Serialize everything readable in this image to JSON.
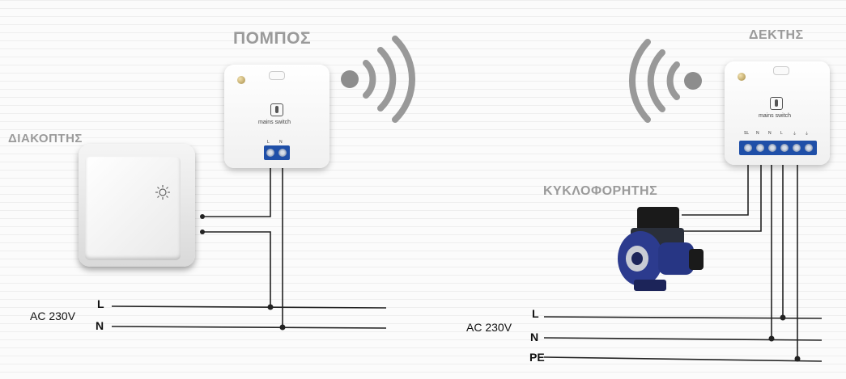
{
  "transmitter": {
    "title": "ΠΟΜΠΟΣ",
    "brand": "mains switch",
    "terminals": [
      "L",
      "N"
    ]
  },
  "receiver": {
    "title": "ΔΕΚΤΗΣ",
    "brand": "mains switch",
    "terminals": [
      "SL",
      "N",
      "N",
      "L",
      "⏚",
      "⏚"
    ]
  },
  "switch": {
    "title": "ΔΙΑΚΟΠΤΗΣ"
  },
  "pump": {
    "title": "ΚΥΚΛΟΦΟΡΗΤΗΣ"
  },
  "supply_left": {
    "voltage": "AC 230V",
    "lines": [
      "L",
      "N"
    ]
  },
  "supply_right": {
    "voltage": "AC 230V",
    "lines": [
      "L",
      "N",
      "PE"
    ]
  },
  "colors": {
    "terminal_block": "#1f4fa8",
    "wire": "#222222",
    "label_gray": "#9a9a9a",
    "wifi": "#999999"
  }
}
